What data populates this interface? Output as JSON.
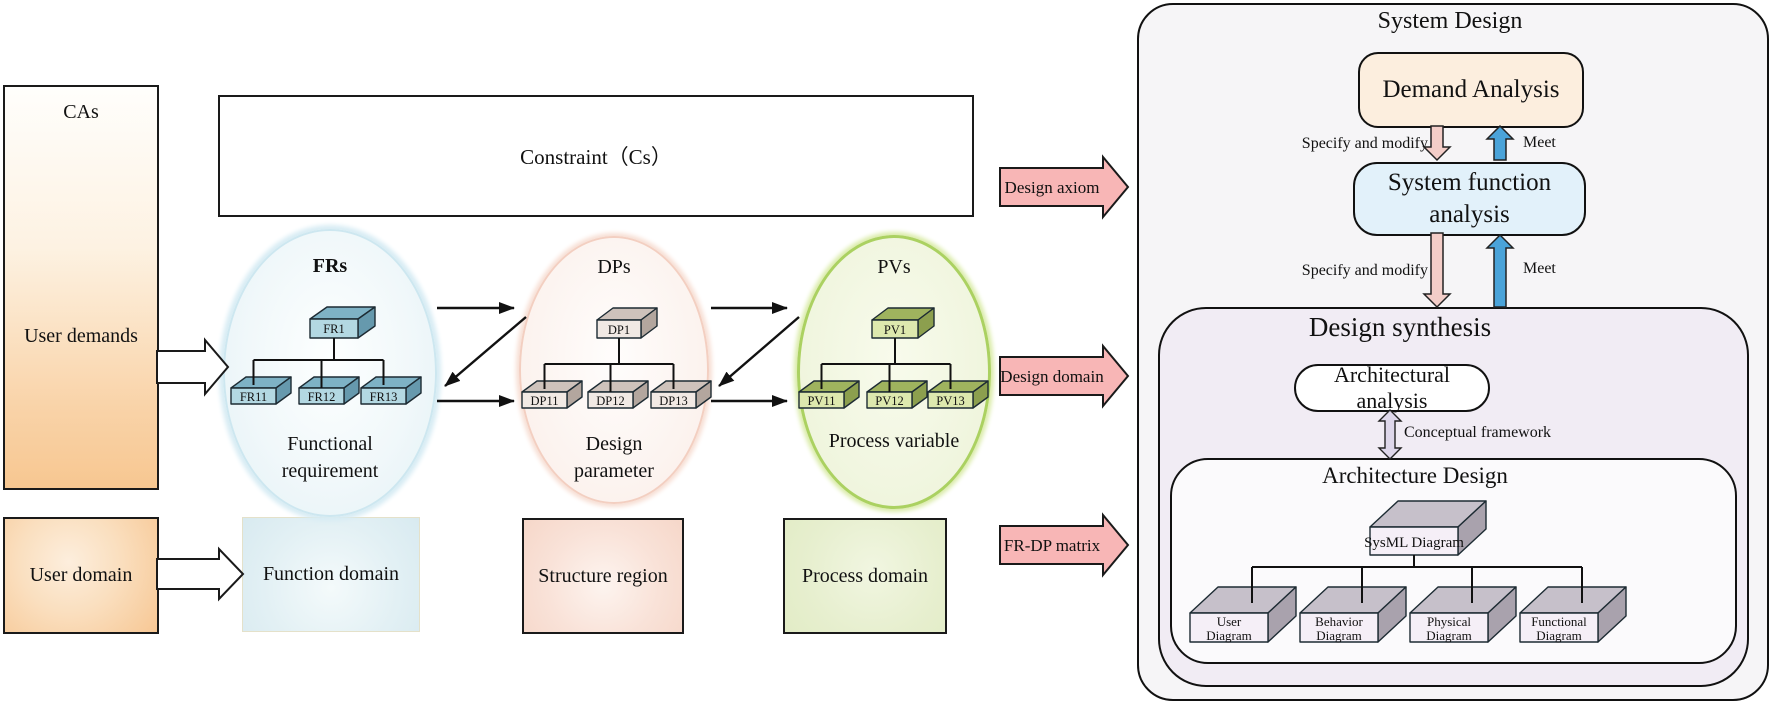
{
  "cas": {
    "title": "CAs",
    "label": "User demands"
  },
  "constraint": {
    "label": "Constraint（Cs）"
  },
  "domains": {
    "user": "User domain",
    "function": "Function domain",
    "structure": "Structure region",
    "process": "Process domain"
  },
  "fr": {
    "title": "FRs",
    "root": "FR1",
    "children": [
      "FR11",
      "FR12",
      "FR13"
    ],
    "caption1": "Functional",
    "caption2": "requirement"
  },
  "dp": {
    "title": "DPs",
    "root": "DP1",
    "children": [
      "DP11",
      "DP12",
      "DP13"
    ],
    "caption1": "Design",
    "caption2": "parameter"
  },
  "pv": {
    "title": "PVs",
    "root": "PV1",
    "children": [
      "PV11",
      "PV12",
      "PV13"
    ],
    "caption1": "Process variable"
  },
  "flow_arrows": {
    "axiom": "Design axiom",
    "domain": "Design domain",
    "matrix": "FR-DP matrix"
  },
  "system_design": {
    "title": "System Design",
    "demand": "Demand Analysis",
    "sfa_line1": "System function",
    "sfa_line2": "analysis",
    "specify": "Specify and modify",
    "meet": "Meet",
    "synthesis": "Design synthesis",
    "arch_analysis": "Architectural analysis",
    "conceptual": "Conceptual framework",
    "arch_design": "Architecture Design",
    "sysml": "SysML Diagram",
    "diagrams": [
      {
        "l1": "User",
        "l2": "Diagram"
      },
      {
        "l1": "Behavior",
        "l2": "Diagram"
      },
      {
        "l1": "Physical",
        "l2": "Diagram"
      },
      {
        "l1": "Functional",
        "l2": "Diagram"
      }
    ]
  },
  "colors": {
    "pink_block_arrow": "#f8b6b6",
    "pink_vertical_arrow": "#f3cdc8",
    "blue_vertical_arrow": "#4aa3d9",
    "purple_double_arrow": "#ded7ea",
    "fr_box_front": "#b3d8e2",
    "dp_box_front": "#f1e9e4",
    "pv_box_front": "#dde8ae",
    "grey_box_front": "#f5eff7",
    "cas_fill_bottom": "#f7c791",
    "demand_fill": "#fceede",
    "sfa_fill": "#e2f1fa",
    "synthesis_fill": "#f1ecf4",
    "pv_ellipse_border": "#abd161"
  }
}
